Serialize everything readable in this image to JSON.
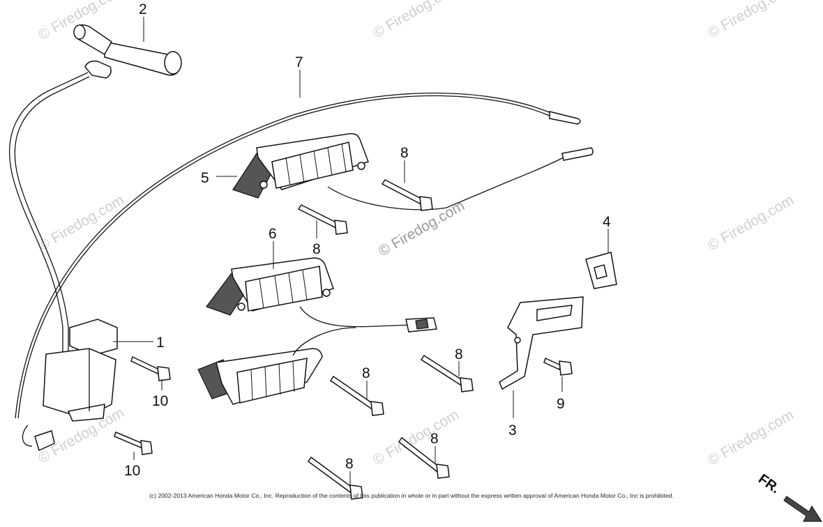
{
  "callouts": {
    "c1": "1",
    "c2": "2",
    "c3": "3",
    "c4": "4",
    "c5": "5",
    "c6": "6",
    "c7": "7",
    "c8a": "8",
    "c8b": "8",
    "c8c": "8",
    "c8d": "8",
    "c8e": "8",
    "c8f": "8",
    "c9": "9",
    "c10a": "10",
    "c10b": "10"
  },
  "watermark": {
    "text": "© Firedog.com",
    "center_text": "© Firedog.com"
  },
  "copyright": "(c) 2002-2013 American Honda Motor Co., Inc. Reproduction of the contents of this publication in whole or in part without the express written approval of American Honda Motor Co., Inc is prohibited.",
  "direction": {
    "label": "FR."
  }
}
